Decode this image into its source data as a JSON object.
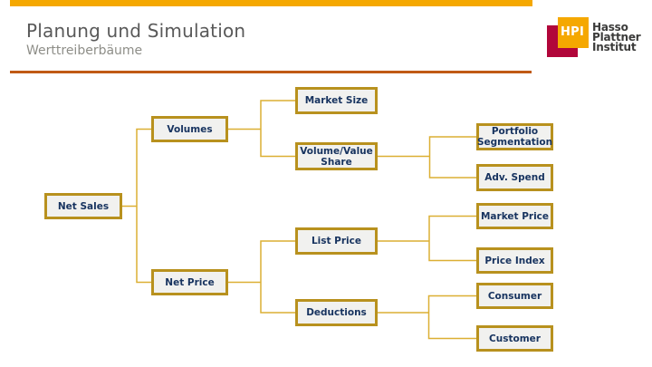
{
  "slide": {
    "title": "Planung und Simulation",
    "subtitle": "Werttreiberbäume"
  },
  "logo": {
    "abbr": "HPI",
    "name_lines": [
      "Hasso",
      "Plattner",
      "Institut"
    ]
  },
  "tree": {
    "type": "value-driver-tree",
    "root": "net_sales",
    "nodes": {
      "net_sales": {
        "label": "Net Sales"
      },
      "volumes": {
        "label": "Volumes"
      },
      "net_price": {
        "label": "Net Price"
      },
      "market_size": {
        "label": "Market Size"
      },
      "volume_value_share": {
        "label": "Volume/Value Share"
      },
      "list_price": {
        "label": "List Price"
      },
      "deductions": {
        "label": "Deductions"
      },
      "portfolio_segmentation": {
        "label": "Portfolio Segmentation"
      },
      "adv_spend": {
        "label": "Adv. Spend"
      },
      "market_price": {
        "label": "Market Price"
      },
      "price_index": {
        "label": "Price Index"
      },
      "consumer": {
        "label": "Consumer"
      },
      "customer": {
        "label": "Customer"
      }
    },
    "edges": [
      [
        "net_sales",
        "volumes"
      ],
      [
        "net_sales",
        "net_price"
      ],
      [
        "volumes",
        "market_size"
      ],
      [
        "volumes",
        "volume_value_share"
      ],
      [
        "volume_value_share",
        "portfolio_segmentation"
      ],
      [
        "volume_value_share",
        "adv_spend"
      ],
      [
        "net_price",
        "list_price"
      ],
      [
        "net_price",
        "deductions"
      ],
      [
        "list_price",
        "market_price"
      ],
      [
        "list_price",
        "price_index"
      ],
      [
        "deductions",
        "consumer"
      ],
      [
        "deductions",
        "customer"
      ]
    ]
  },
  "theme": {
    "accent_orange": "#F5A800",
    "divider_brown": "#C05A15",
    "node_border": "#B8911E",
    "node_fill": "#F1F1EF",
    "node_text": "#17335F",
    "connector": "#DCAF33",
    "logo_red": "#B1063A",
    "title_gray": "#595959",
    "subtitle_gray": "#8E8E88",
    "logo_text_gray": "#3B3B3A"
  }
}
